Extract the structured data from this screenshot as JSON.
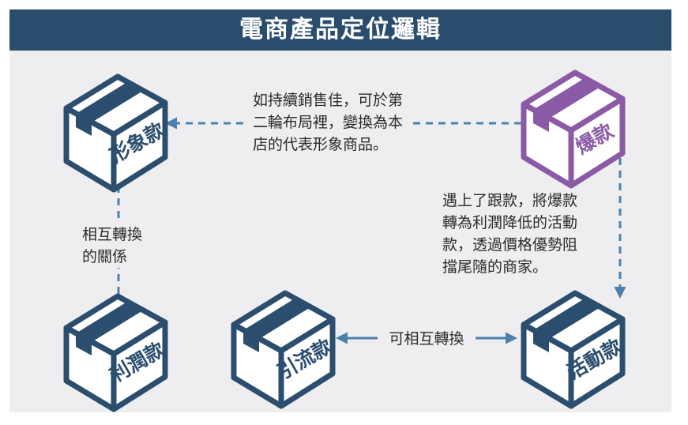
{
  "title": "電商產品定位邏輯",
  "colors": {
    "header": "#2a4d6e",
    "box": "#2b4e6e",
    "highlight": "#8b5aa4",
    "arrow": "#4d81ad",
    "panel": "#eeeef0"
  },
  "nodes": {
    "image": {
      "label": "形象款"
    },
    "hot": {
      "label": "爆款"
    },
    "profit": {
      "label": "利潤款"
    },
    "traffic": {
      "label": "引流款"
    },
    "promo": {
      "label": "活動款"
    }
  },
  "notes": {
    "hot_to_image": [
      "如持續銷售佳，可於第",
      "二輪布局裡，變換為本",
      "店的代表形象商品。"
    ],
    "hot_to_promo": [
      "遇上了跟款，將爆款",
      "轉為利潤降低的活動",
      "款，透過價格優勢阻",
      "擋尾隨的商家。"
    ],
    "profit_image": [
      "相互轉換",
      "的關係"
    ],
    "traffic_promo": "可相互轉換"
  }
}
